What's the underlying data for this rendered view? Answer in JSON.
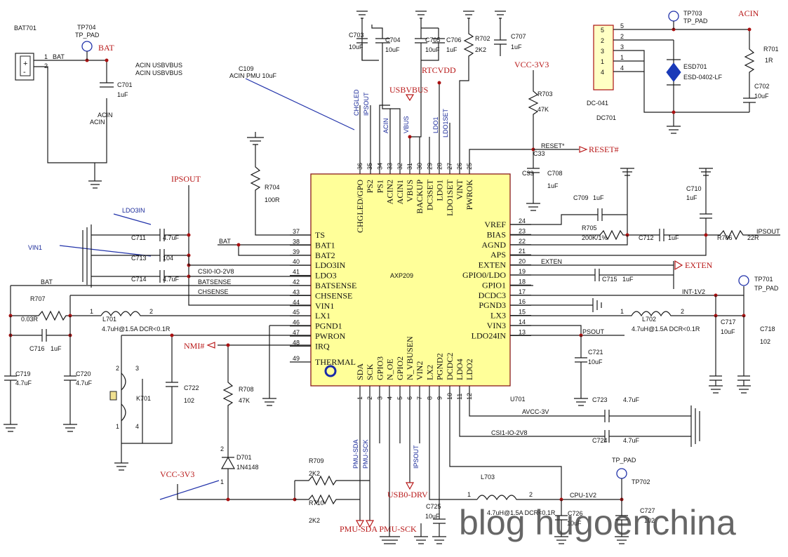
{
  "chip": {
    "ref": "U701",
    "part": "AXP209",
    "pins_left": [
      {
        "n": "37",
        "name": "TS"
      },
      {
        "n": "38",
        "name": "BAT1"
      },
      {
        "n": "39",
        "name": "BAT2"
      },
      {
        "n": "40",
        "name": "LDO3IN"
      },
      {
        "n": "41",
        "name": "LDO3"
      },
      {
        "n": "42",
        "name": "BATSENSE"
      },
      {
        "n": "43",
        "name": "CHSENSE"
      },
      {
        "n": "44",
        "name": "VIN1"
      },
      {
        "n": "45",
        "name": "LX1"
      },
      {
        "n": "46",
        "name": "PGND1"
      },
      {
        "n": "47",
        "name": "PWRON"
      },
      {
        "n": "48",
        "name": "IRQ"
      },
      {
        "n": "49",
        "name": "THERMAL"
      }
    ],
    "pins_right": [
      {
        "n": "24",
        "name": "VREF"
      },
      {
        "n": "23",
        "name": "BIAS"
      },
      {
        "n": "22",
        "name": "AGND"
      },
      {
        "n": "21",
        "name": "APS"
      },
      {
        "n": "20",
        "name": "EXTEN"
      },
      {
        "n": "19",
        "name": "GPIO0/LDO"
      },
      {
        "n": "18",
        "name": "GPIO1"
      },
      {
        "n": "17",
        "name": "DCDC3"
      },
      {
        "n": "16",
        "name": "PGND3"
      },
      {
        "n": "15",
        "name": "LX3"
      },
      {
        "n": "14",
        "name": "VIN3"
      },
      {
        "n": "13",
        "name": "LDO24IN"
      }
    ],
    "pins_top": [
      {
        "n": "36",
        "name": "CHGLED/GPO"
      },
      {
        "n": "35",
        "name": "PS2"
      },
      {
        "n": "34",
        "name": "PS1"
      },
      {
        "n": "33",
        "name": "ACIN2"
      },
      {
        "n": "32",
        "name": "ACIN1"
      },
      {
        "n": "31",
        "name": "VBUS"
      },
      {
        "n": "30",
        "name": "BACKUP"
      },
      {
        "n": "29",
        "name": "DC3SET"
      },
      {
        "n": "28",
        "name": "LDO1"
      },
      {
        "n": "27",
        "name": "LDO1SET"
      },
      {
        "n": "26",
        "name": "VINT"
      },
      {
        "n": "25",
        "name": "PWROK"
      }
    ],
    "pins_bottom": [
      {
        "n": "1",
        "name": "SDA"
      },
      {
        "n": "2",
        "name": "SCK"
      },
      {
        "n": "3",
        "name": "GPIO3"
      },
      {
        "n": "4",
        "name": "N_OE"
      },
      {
        "n": "5",
        "name": "GPIO2"
      },
      {
        "n": "6",
        "name": "N_VBUSEN"
      },
      {
        "n": "7",
        "name": "VIN2"
      },
      {
        "n": "8",
        "name": "LX2"
      },
      {
        "n": "9",
        "name": "PGND2"
      },
      {
        "n": "10",
        "name": "DCDC2"
      },
      {
        "n": "11",
        "name": "LDO4"
      },
      {
        "n": "12",
        "name": "LDO2"
      }
    ]
  },
  "net_labels_red": [
    {
      "id": "bat",
      "text": "BAT"
    },
    {
      "id": "acin",
      "text": "ACIN"
    },
    {
      "id": "ipsout",
      "text": "IPSOUT"
    },
    {
      "id": "usbvbus",
      "text": "USBVBUS"
    },
    {
      "id": "rtcvdd",
      "text": "RTCVDD"
    },
    {
      "id": "vcc3v3-top",
      "text": "VCC-3V3"
    },
    {
      "id": "reset",
      "text": "RESET#"
    },
    {
      "id": "exten",
      "text": "EXTEN"
    },
    {
      "id": "nmi",
      "text": "NMI#"
    },
    {
      "id": "vcc3v3-bot",
      "text": "VCC-3V3"
    },
    {
      "id": "usb0drv",
      "text": "USB0-DRV"
    },
    {
      "id": "pmu-bus",
      "text": "PMU-SDA PMU-SCK"
    }
  ],
  "net_labels_blue": [
    {
      "id": "ldo3in",
      "text": "LDO3IN"
    },
    {
      "id": "vin1",
      "text": "VIN1"
    }
  ],
  "net_labels_small": [
    {
      "id": "bat-top",
      "text": "BAT"
    },
    {
      "id": "bat-38",
      "text": "BAT"
    },
    {
      "id": "csi0",
      "text": "CSI0-IO-2V8"
    },
    {
      "id": "batsense",
      "text": "BATSENSE"
    },
    {
      "id": "chsense",
      "text": "CHSENSE"
    },
    {
      "id": "bat-left",
      "text": "BAT"
    },
    {
      "id": "exten-w",
      "text": "EXTEN"
    },
    {
      "id": "int1v2",
      "text": "INT-1V2"
    },
    {
      "id": "ipsout-r",
      "text": "IPSOUT"
    },
    {
      "id": "psout",
      "text": "PSOUT"
    },
    {
      "id": "avcc",
      "text": "AVCC-3V"
    },
    {
      "id": "csi1",
      "text": "CSI1-IO-2V8"
    },
    {
      "id": "cpu1v2",
      "text": "CPU-1V2"
    },
    {
      "id": "chgled",
      "text": "CHGLED"
    },
    {
      "id": "ipsout-top",
      "text": "IPSOUT"
    },
    {
      "id": "acin-v",
      "text": "ACIN"
    },
    {
      "id": "vbus-v",
      "text": "VBUS"
    },
    {
      "id": "ldo1-v",
      "text": "LDO1"
    },
    {
      "id": "ldo1set-v",
      "text": "LDO1SET"
    },
    {
      "id": "reset-small",
      "text": "RESET*"
    },
    {
      "id": "pmu-sda",
      "text": "PMU-SDA"
    },
    {
      "id": "pmu-sck",
      "text": "PMU-SCK"
    },
    {
      "id": "ipsout-bot",
      "text": "IPSOUT"
    }
  ],
  "components": [
    {
      "ref": "BAT701",
      "value": ""
    },
    {
      "ref": "TP704",
      "value": "TP_PAD"
    },
    {
      "ref": "C701",
      "value": "1uF"
    },
    {
      "ref": "C703",
      "value": "10uF"
    },
    {
      "ref": "C704",
      "value": "10uF"
    },
    {
      "ref": "C705",
      "value": "10uF"
    },
    {
      "ref": "C706",
      "value": "1uF"
    },
    {
      "ref": "R702",
      "value": "2K2"
    },
    {
      "ref": "C707",
      "value": "1uF"
    },
    {
      "ref": "R703",
      "value": "47K"
    },
    {
      "ref": "C708",
      "value": "1uF"
    },
    {
      "ref": "R704",
      "value": "100R"
    },
    {
      "ref": "C711",
      "value": "4.7uF"
    },
    {
      "ref": "C713",
      "value": "104"
    },
    {
      "ref": "C714",
      "value": "4.7uF"
    },
    {
      "ref": "R707",
      "value": "0.03R"
    },
    {
      "ref": "L701",
      "value": "4.7uH@1.5A DCR<0.1R"
    },
    {
      "ref": "C716",
      "value": "1uF"
    },
    {
      "ref": "C719",
      "value": "4.7uF"
    },
    {
      "ref": "C720",
      "value": "4.7uF"
    },
    {
      "ref": "K701",
      "value": ""
    },
    {
      "ref": "C722",
      "value": "102"
    },
    {
      "ref": "R708",
      "value": "47K"
    },
    {
      "ref": "D701",
      "value": "1N4148"
    },
    {
      "ref": "R709",
      "value": "2K2"
    },
    {
      "ref": "R710",
      "value": "2K2"
    },
    {
      "ref": "C709",
      "value": "1uF"
    },
    {
      "ref": "C710",
      "value": "1uF"
    },
    {
      "ref": "R705",
      "value": "200K/1%"
    },
    {
      "ref": "C712",
      "value": "1uF"
    },
    {
      "ref": "R706",
      "value": "22R"
    },
    {
      "ref": "C715",
      "value": "1uF"
    },
    {
      "ref": "TP701",
      "value": "TP_PAD"
    },
    {
      "ref": "L702",
      "value": "4.7uH@1.5A DCR<0.1R"
    },
    {
      "ref": "C717",
      "value": "10uF"
    },
    {
      "ref": "C718",
      "value": "102"
    },
    {
      "ref": "C721",
      "value": "10uF"
    },
    {
      "ref": "C723",
      "value": "4.7uF"
    },
    {
      "ref": "C724",
      "value": "4.7uF"
    },
    {
      "ref": "L703",
      "value": "4.7uH@1.5A DCR<0.1R"
    },
    {
      "ref": "C725",
      "value": "10uF"
    },
    {
      "ref": "C726",
      "value": "10uF"
    },
    {
      "ref": "C727",
      "value": "102"
    },
    {
      "ref": "TP702",
      "value": "TP_PAD"
    },
    {
      "ref": "TP703",
      "value": "TP_PAD"
    },
    {
      "ref": "R701",
      "value": "1R"
    },
    {
      "ref": "C702",
      "value": "10uF"
    },
    {
      "ref": "ESD701",
      "value": "ESD-0402-LF"
    },
    {
      "ref": "DC701",
      "value": "DC-041"
    }
  ],
  "notes": {
    "acin_usbvbus_1": "ACIN  USBVBUS",
    "acin_usbvbus_2": "ACIN  USBVBUS",
    "c109": "C109",
    "acin_pmu": "ACIN    PMU  10uF",
    "acin_stack_1": "ACIN",
    "acin_stack_2": "ACIN",
    "c33_a": "C33",
    "c33_b": "C33"
  },
  "connector_pins": [
    "5",
    "2",
    "3",
    "1",
    "4"
  ],
  "connector_nets": [
    "5",
    "2",
    "3",
    "1",
    "4"
  ],
  "bat_pins": [
    "1",
    "2"
  ],
  "watermark": "blog hugoenchina"
}
